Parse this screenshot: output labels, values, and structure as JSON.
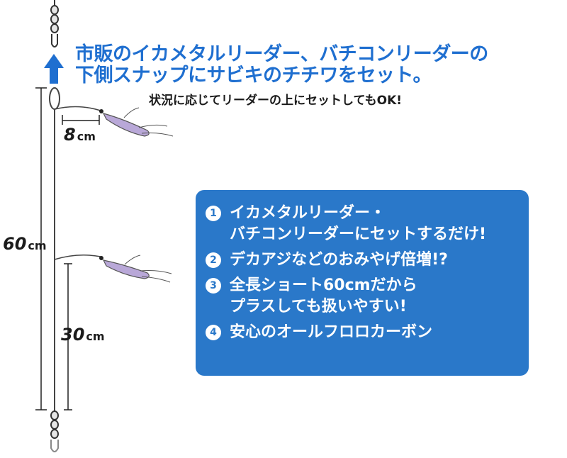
{
  "heading": {
    "line1": "市販のイカメタルリーダー、バチコンリーダーの",
    "line2": "下側スナップにサビキのチチワをセット。",
    "sub": "状況に応じてリーダーの上にセットしてもOK!"
  },
  "dimensions": {
    "branch": {
      "value": "8",
      "unit": "cm"
    },
    "total": {
      "value": "60",
      "unit": "cm"
    },
    "lower": {
      "value": "30",
      "unit": "cm"
    }
  },
  "features": [
    {
      "num": "1",
      "lines": [
        "イカメタルリーダー・",
        "バチコンリーダーにセットするだけ!"
      ]
    },
    {
      "num": "2",
      "lines": [
        "デカアジなどのおみやげ倍増!?"
      ]
    },
    {
      "num": "3",
      "lines": [
        "全長ショート60cmだから",
        "プラスしても扱いやすい!"
      ]
    },
    {
      "num": "4",
      "lines": [
        " 安心のオールフロロカーボン"
      ]
    }
  ],
  "colors": {
    "accent_blue": "#1f6fd0",
    "box_blue": "#2a78c9",
    "lure_purple": "#b9a8d8",
    "line_gray": "#444444"
  }
}
